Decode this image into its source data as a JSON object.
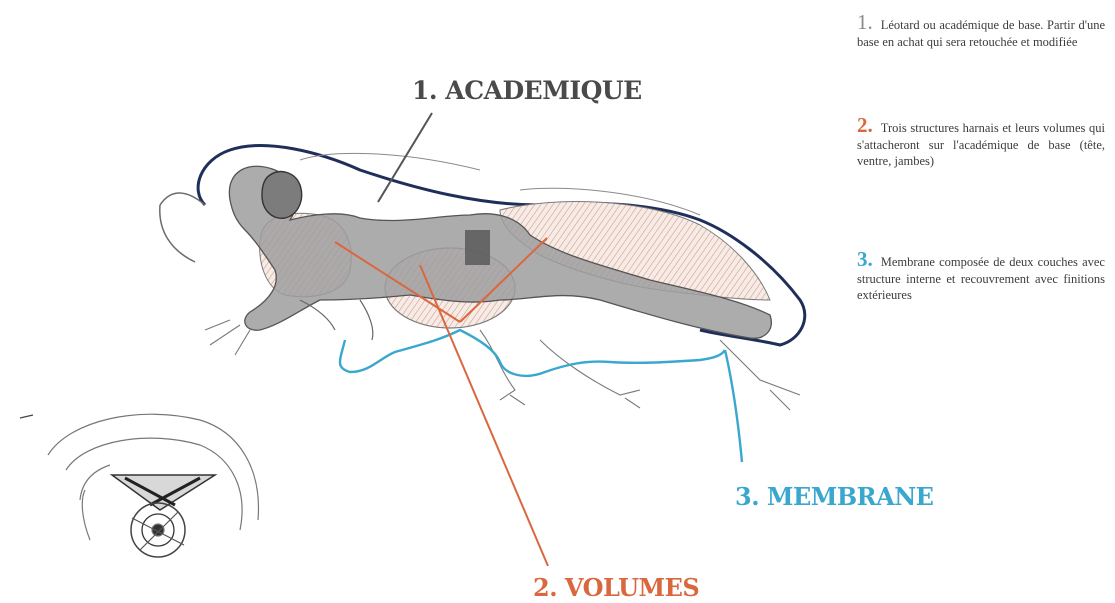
{
  "labels": {
    "academique": "1. ACADEMIQUE",
    "volumes": "2. VOLUMES",
    "membrane": "3. MEMBRANE"
  },
  "notes": [
    {
      "number": "1.",
      "text": "Léotard ou académique de base. Partir d'une base en achat qui sera retouchée et modifiée"
    },
    {
      "number": "2.",
      "text": "Trois structures harnais et leurs volumes qui s'attacheront sur l'académique de base (tête, ventre, jambes)"
    },
    {
      "number": "3.",
      "text": "Membrane composée de deux couches avec structure interne et recouvrement avec finitions extérieures"
    }
  ],
  "colors": {
    "academique": "#8a8a8a",
    "volumes": "#d9683f",
    "membrane": "#3aa7cf",
    "outline": "#1f2f5a"
  }
}
